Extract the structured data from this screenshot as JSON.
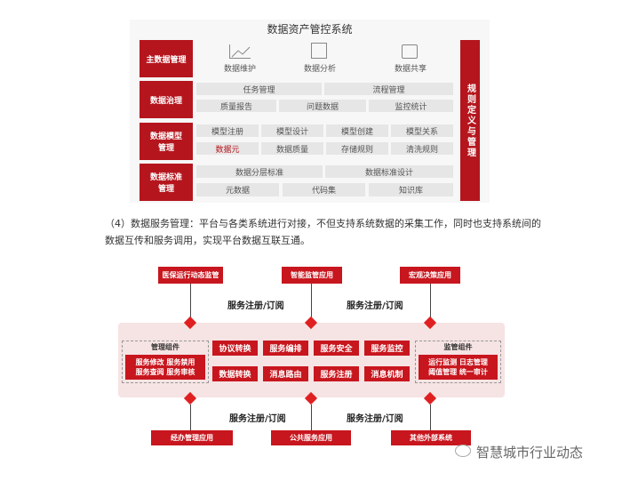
{
  "top": {
    "title": "数据资产管控系统",
    "right_bar": "规则定义与管理",
    "rows": [
      {
        "label": "主数据管理",
        "items": [
          {
            "icon": "line-chart-icon",
            "label": "数据维护"
          },
          {
            "icon": "newspaper-icon",
            "label": "数据分析"
          },
          {
            "icon": "download-window-icon",
            "label": "数据共享"
          }
        ]
      },
      {
        "label": "数据治理",
        "line1": [
          "任务管理",
          "流程管理"
        ],
        "line2": [
          "质量报告",
          "问题数据",
          "监控统计"
        ]
      },
      {
        "label": "数据模型管理",
        "line1": [
          "模型注册",
          "模型设计",
          "模型创建",
          "模型关系"
        ],
        "line2": [
          "数据元",
          "数据质量",
          "存储规则",
          "清洗规则"
        ]
      },
      {
        "label": "数据标准管理",
        "line1": [
          "数据分层标准",
          "数据标准设计"
        ],
        "line2": [
          "元数据",
          "代码集",
          "知识库"
        ]
      }
    ],
    "highlight_color": "#b5161e"
  },
  "paragraph": "（4）数据服务管理：平台与各类系统进行对接，不但支持系统数据的采集工作，同时也支持系统间的数据互传和服务调用，实现平台数据互联互通。",
  "bottom": {
    "top_apps": [
      "医保运行动态监管",
      "智能监管应用",
      "宏观决策应用"
    ],
    "bottom_apps": [
      "经办管理应用",
      "公共服务应用",
      "其他外部系统"
    ],
    "sub_label": "服务注册/订阅",
    "mgmt": {
      "title": "管理组件",
      "items": [
        "服务修改 服务禁用",
        "服务查阅 服务审核"
      ]
    },
    "supv": {
      "title": "监管组件",
      "items": [
        "运行监测 日志管理",
        "阈值管理 统一审计"
      ]
    },
    "center": [
      "协议转换",
      "服务编排",
      "服务安全",
      "服务监控",
      "数据转换",
      "消息路由",
      "服务注册",
      "消息机制"
    ]
  },
  "watermark": "智慧城市行业动态"
}
